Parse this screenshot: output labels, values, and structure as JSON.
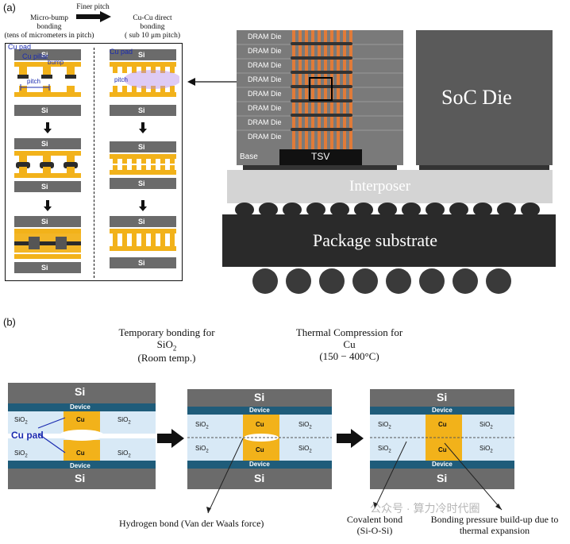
{
  "panel_a": {
    "label": "(a)",
    "left": {
      "micro_bump_l1": "Micro-bump",
      "micro_bump_l2": "bonding",
      "micro_bump_l3": "(tens of micrometers in pitch)",
      "finer_pitch": "Finer pitch",
      "cucu_l1": "Cu-Cu direct",
      "cucu_l2": "bonding",
      "cucu_l3": "( sub 10 μm pitch)",
      "cu_pad": "Cu pad",
      "cu_pillar": "Cu pillar",
      "bump": "bump",
      "pitch": "pitch",
      "si": "Si"
    },
    "stack": {
      "dram_label": "DRAM Die",
      "base": "Base",
      "tsv": "TSV",
      "soc": "SoC Die",
      "interposer": "Interposer",
      "substrate": "Package substrate"
    }
  },
  "panel_b": {
    "label": "(b)",
    "temp_bond_l1": "Temporary bonding for",
    "temp_bond_l2": "SiO",
    "temp_bond_l2_sub": "2",
    "temp_bond_l3": "(Room temp.)",
    "thermal_l1": "Thermal Compression for",
    "thermal_l2": "Cu",
    "thermal_l3": "(150 − 400°C)",
    "si": "Si",
    "device": "Device",
    "sio2": "SiO",
    "sio2_sub": "2",
    "cu": "Cu",
    "cu_pad": "Cu pad",
    "hydrogen_bond": "Hydrogen bond (Van der Waals force)",
    "covalent_l1": "Covalent bond",
    "covalent_l2": "(Si-O-Si)",
    "pressure_l1": "Bonding pressure build-up due to",
    "pressure_l2": "thermal expansion",
    "watermark": "公众号 · 算力冷时代圈"
  },
  "colors": {
    "si_gray": "#6b6b6b",
    "cu_orange": "#f2b21a",
    "device_blue": "#1f5c7a",
    "sio2_light": "#d8e9f6",
    "dram_gray": "#7a7a7a",
    "soc_gray": "#5a5a5a",
    "interposer": "#d4d4d4",
    "substrate": "#2a2a2a",
    "tsv_orange": "#e07b39"
  }
}
